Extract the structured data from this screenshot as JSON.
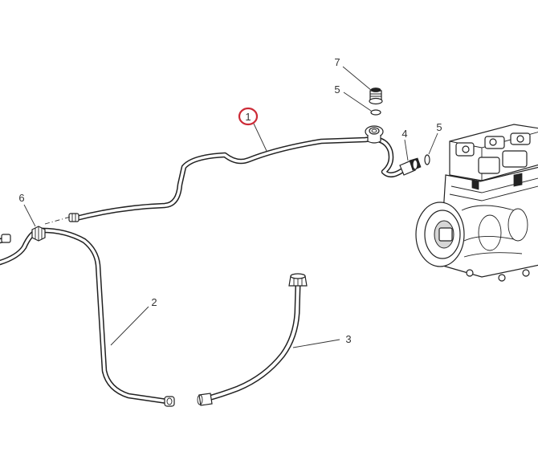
{
  "callouts": {
    "c1": {
      "label": "1"
    },
    "c2": {
      "label": "2"
    },
    "c3": {
      "label": "3"
    },
    "c4": {
      "label": "4"
    },
    "c5a": {
      "label": "5"
    },
    "c5b": {
      "label": "5"
    },
    "c6": {
      "label": "6"
    },
    "c7": {
      "label": "7"
    }
  },
  "highlight": {
    "target": "1",
    "color": "#cc2a36"
  },
  "colors": {
    "line": "#222222",
    "text": "#333333",
    "background": "#ffffff"
  }
}
